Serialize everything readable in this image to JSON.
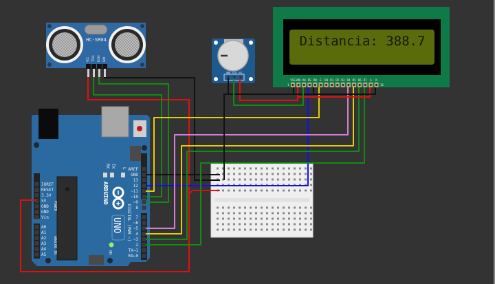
{
  "lcd": {
    "text": "Distancia: 388.7",
    "pin_labels": [
      "VSS",
      "VDD",
      "V0",
      "RS",
      "RW",
      "E",
      "D0",
      "D1",
      "D2",
      "D3",
      "D4",
      "D5",
      "D6",
      "D7",
      "A",
      "K"
    ],
    "left_mark": "1",
    "right_mark": "16"
  },
  "sensor": {
    "name": "HC-SR04",
    "pin_labels": [
      "VCC",
      "TRIG",
      "ECHO",
      "GND"
    ]
  },
  "potentiometer": {
    "pin_labels": [
      "GND",
      "SIG",
      "VCC"
    ]
  },
  "arduino": {
    "brand": "ARDUINO",
    "model": "UNO",
    "on_label": "ON",
    "led_labels": [
      "RX",
      "TX",
      "L"
    ],
    "digital_pins": [
      "AREF",
      "GND",
      "13",
      "12",
      "~11",
      "~10",
      "~9",
      "8",
      "7",
      "~6",
      "~5",
      "4",
      "~3",
      "2",
      "TX→1",
      "RX←0"
    ],
    "digital_label": "DIGITAL (PWM ~)",
    "power_pins": [
      "IOREF",
      "RESET",
      "3.3V",
      "5V",
      "GND",
      "GND",
      "Vin"
    ],
    "power_label": "POWER",
    "analog_pins": [
      "A0",
      "A1",
      "A2",
      "A3",
      "A4",
      "A5"
    ],
    "analog_label": "ANALOG IN"
  },
  "colors": {
    "background": "#333333",
    "board_blue": "#2b6aa0",
    "lcd_green": "#0e7a47",
    "lcd_screen": "#5a6b0c",
    "wire_red": "#e01010",
    "wire_black": "#111111",
    "wire_green": "#138a13",
    "wire_yellow": "#e8d000",
    "wire_blue": "#1010e8",
    "wire_pink": "#d67ed6",
    "breadboard": "#efefef"
  }
}
